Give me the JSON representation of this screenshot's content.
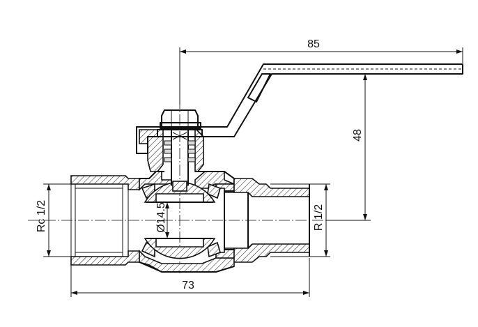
{
  "dimensions": {
    "handle_length": "85",
    "handle_height": "48",
    "overall_length": "73",
    "ball_bore": "Ø14.5",
    "female_thread": "Rc 1/2",
    "male_thread": "R 1/2"
  }
}
